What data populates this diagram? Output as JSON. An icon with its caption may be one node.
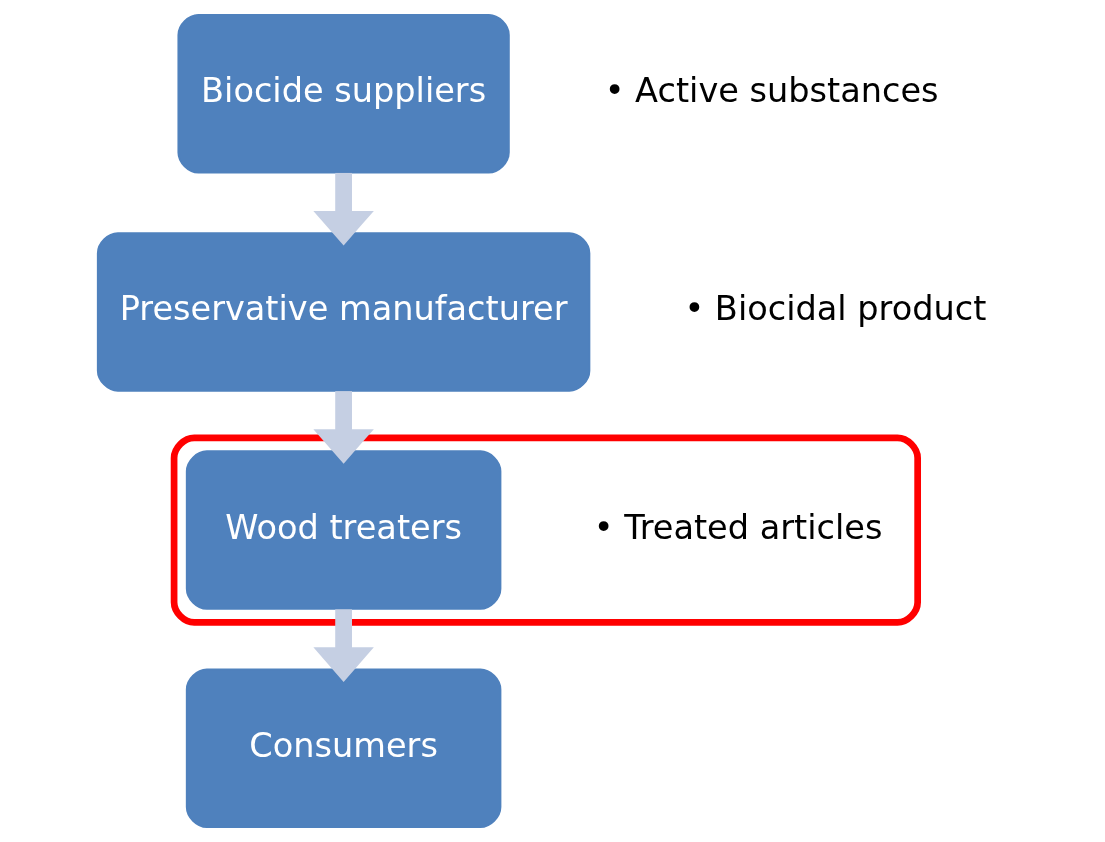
{
  "diagram": {
    "nodes": [
      {
        "text": [
          "Biocide suppliers"
        ],
        "beside": [
          "• Active substances"
        ]
      },
      {
        "text": [
          "Preservative manufacturer"
        ],
        "beside": [
          "• Biocidal product"
        ]
      },
      {
        "text": [],
        "shape": "box"
      },
      {
        "text": [
          "Wood treaters"
        ],
        "in": 2,
        "beside": [
          "• Treated articles"
        ]
      },
      {
        "text": [
          "Consumers"
        ]
      }
    ],
    "edges": [
      {
        "from": 0,
        "to": 1,
        "arrow": "to"
      },
      {
        "from": 1,
        "to": 3,
        "arrow": "to"
      },
      {
        "from": 3,
        "to": 4,
        "arrow": "to"
      }
    ]
  }
}
